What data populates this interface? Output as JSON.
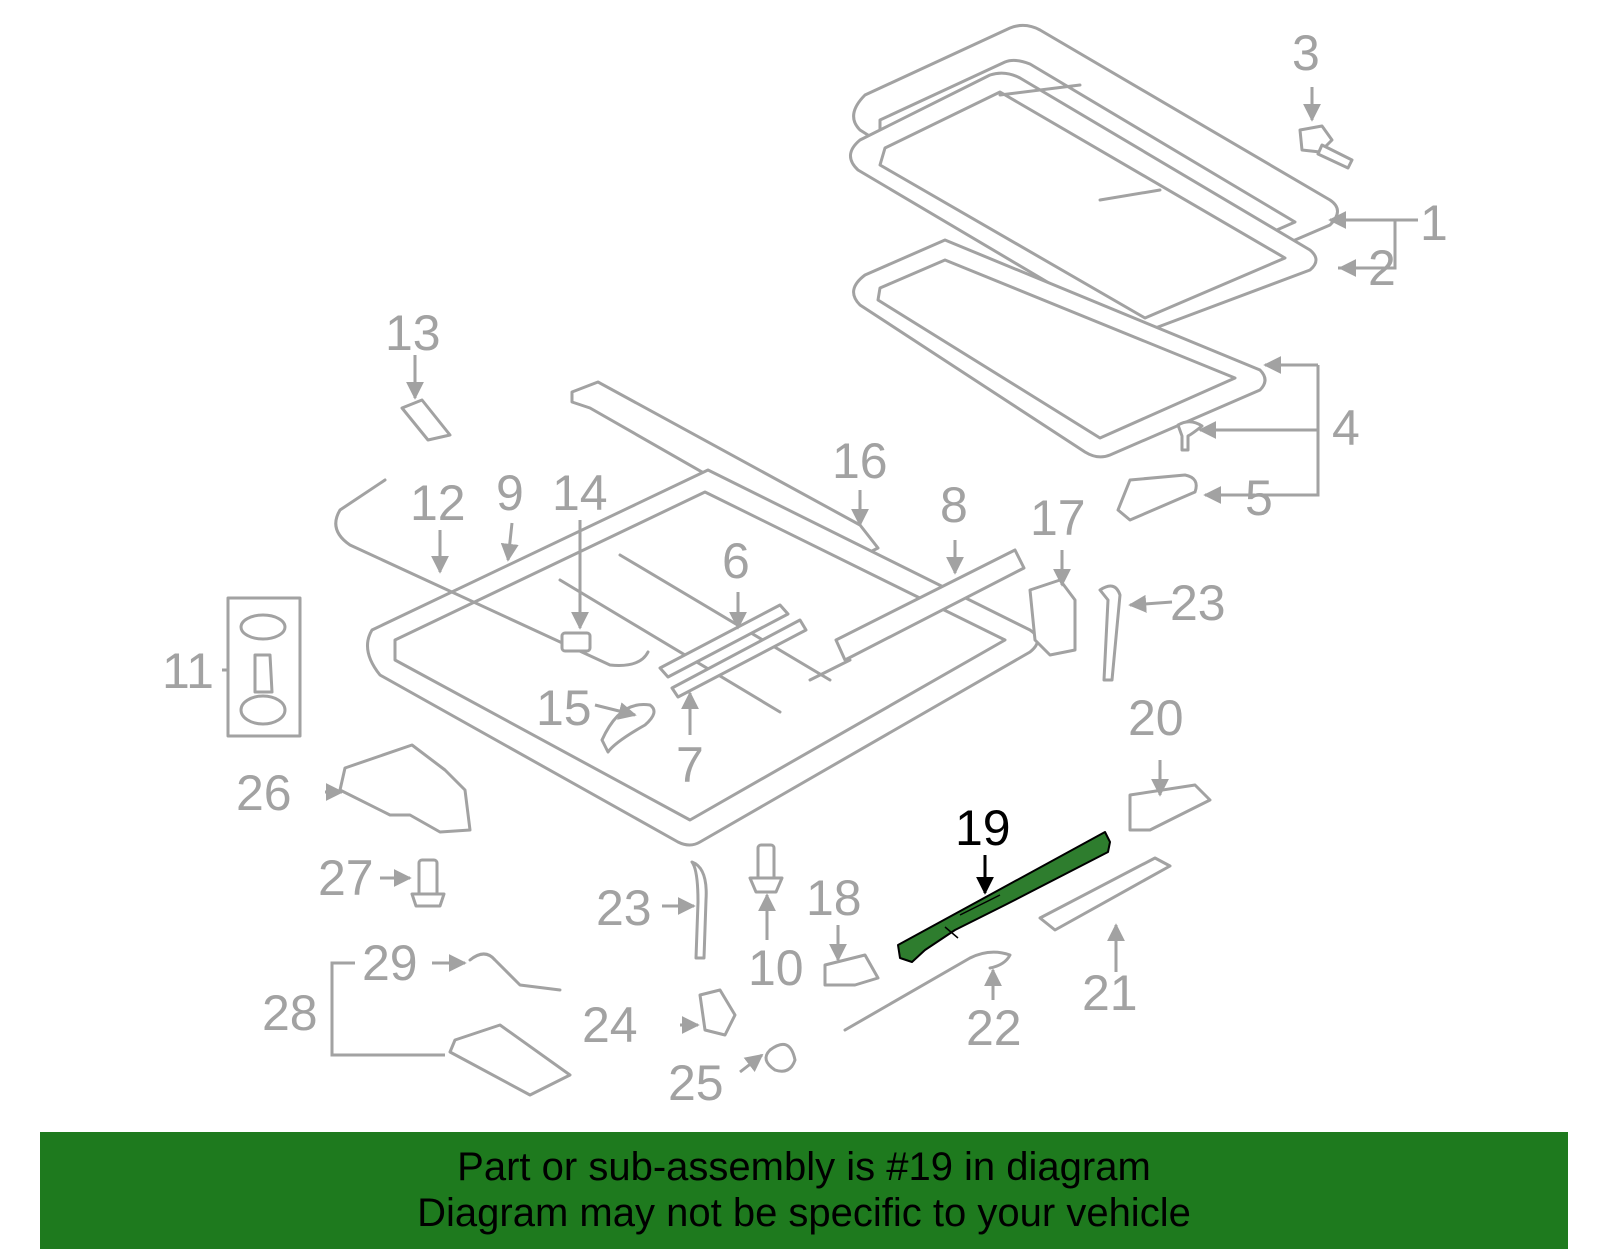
{
  "diagram": {
    "highlight_part": "19",
    "colors": {
      "part_outline": "#a2a2a2",
      "highlight_fill": "#2e7d2e",
      "banner_bg": "#1e7a1e",
      "banner_text": "#000000"
    },
    "callouts": [
      "1",
      "2",
      "3",
      "4",
      "5",
      "6",
      "7",
      "8",
      "9",
      "10",
      "11",
      "12",
      "13",
      "14",
      "15",
      "16",
      "17",
      "18",
      "19",
      "20",
      "21",
      "22",
      "23",
      "23",
      "24",
      "25",
      "26",
      "27",
      "28",
      "29"
    ]
  },
  "banner": {
    "line1": "Part or sub-assembly is #19 in diagram",
    "line2": "Diagram may not be specific to your vehicle"
  }
}
